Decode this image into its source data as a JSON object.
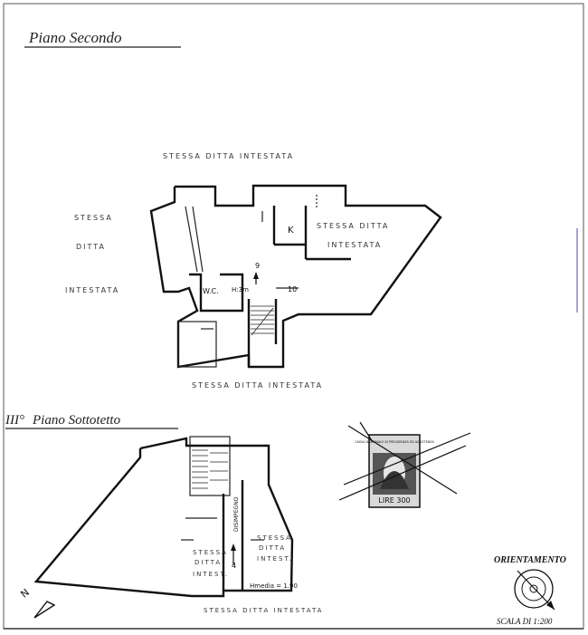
{
  "floor_2": {
    "title": "Piano Secondo",
    "label_top": "STESSA DITTA INTESTATA",
    "label_left": [
      "STESSA",
      "DITTA",
      "INTESTATA"
    ],
    "label_right": [
      "STESSA DITTA",
      "INTESTATA"
    ],
    "label_bottom": "STESSA DITTA INTESTATA",
    "room_k": "K",
    "room_wc": "W.C.",
    "height_note": "H:3m",
    "stair_steps": "9",
    "stair_steps_2": "10"
  },
  "floor_3": {
    "title_prefix": "III°",
    "title": "Piano Sottotetto",
    "label_left": [
      "STESSA",
      "DITTA",
      "INTEST."
    ],
    "label_right": [
      "STESSA",
      "DITTA",
      "INTEST."
    ],
    "label_corridor": "DISIMPEGNO",
    "label_bottom": "STESSA DITTA INTESTATA",
    "height_note": "Hmedia = 1.90",
    "stair_steps": "4"
  },
  "stamp": {
    "header": "CASSA NAZIONALE DI PREVIDENZA ED ASSISTENZA",
    "value": "LIRE 300"
  },
  "orientation": {
    "label": "ORIENTAMENTO",
    "scale": "SCALA DI 1:200",
    "north": "N"
  }
}
